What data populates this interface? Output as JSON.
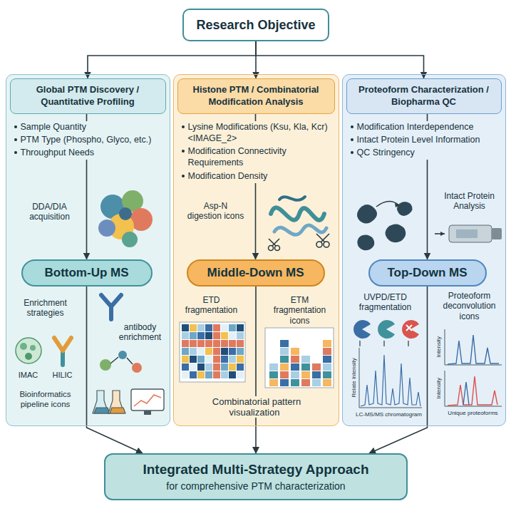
{
  "diagram": {
    "nodes": [
      {
        "text": [
          "Research Objective"
        ]
      },
      {
        "text": [
          "Sample Quantity",
          "PTM Type (Phospho, Glyco, etc.)",
          "Throughput Needs",
          "DDA/DIA acquisition",
          "Enrichment strategies",
          "IMAC",
          "HILIC",
          "antibody enrichment",
          "Bioinformatics pipeline icons"
        ]
      },
      {
        "text": [
          "Global PTM Discovery / Quantitative Profiling"
        ],
        "in": 1
      },
      {
        "text": [
          "Bottom-Up MS"
        ],
        "in": 1
      },
      {
        "text": [
          "Lysine Modifications (Ksu, Kla, Kcr) <IMAGE_2>",
          "Modification Connectivity Requirements",
          "Modification Density",
          "Asp-N digestion icons",
          "ETD fragmentation",
          "ETM fragmentation icons",
          "Combinatorial pattern visualization"
        ]
      },
      {
        "text": [
          "Histone PTM / Combinatorial Modification Analysis"
        ],
        "in": 4
      },
      {
        "text": [
          "Middle-Down MS"
        ],
        "in": 4
      },
      {
        "text": [
          "Modification Interdependence",
          "Intact Protein Level Information",
          "QC Stringency",
          "Intact Protein Analysis",
          "UVPD/ETD fragmentation",
          "Proteoform deconvolution icons",
          "Relate Intensity",
          "LC-MS/MS chromatogram",
          "Intensity",
          "Intensity",
          "Unique proteoforms"
        ]
      },
      {
        "text": [
          "Proteoform Characterization / Biopharma QC"
        ],
        "in": 7
      },
      {
        "text": [
          "Top-Down MS"
        ],
        "in": 7
      },
      {
        "text": [
          "Integrated Multi-Strategy Approach",
          "for comprehensive PTM characterization"
        ]
      }
    ],
    "edges": [
      {
        "from": 0,
        "to": 2,
        "arrow": "to"
      },
      {
        "from": 0,
        "to": 5,
        "arrow": "to"
      },
      {
        "from": 0,
        "to": 8,
        "arrow": "to"
      },
      {
        "from": 2,
        "to": 3,
        "arrow": "to"
      },
      {
        "from": 5,
        "to": 6,
        "arrow": "to"
      },
      {
        "from": 8,
        "to": 9,
        "arrow": "to"
      },
      {
        "from": 3,
        "to": 10,
        "arrow": "to"
      },
      {
        "from": 6,
        "to": 10,
        "arrow": "to"
      },
      {
        "from": 9,
        "to": 10,
        "arrow": "to"
      }
    ]
  }
}
